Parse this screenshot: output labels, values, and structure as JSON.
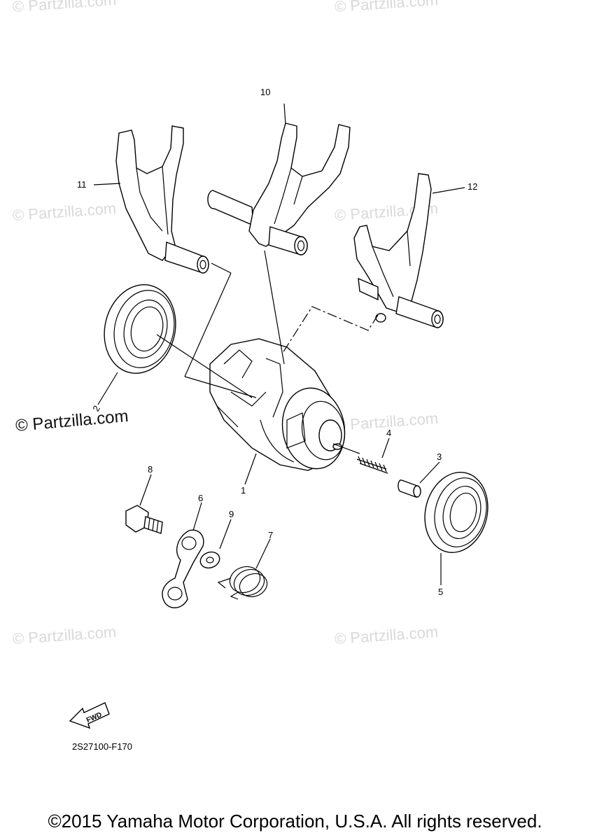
{
  "watermarks": [
    "© Partzilla.com",
    "© Partzilla.com",
    "© Partzilla.com",
    "© Partzilla.com",
    "© Partzilla.com",
    "© Partzilla.com",
    "© Partzilla.com",
    "© Partzilla.com"
  ],
  "watermark_main": "© Partzilla.com",
  "callouts": {
    "c1": "1",
    "c2": "2",
    "c3": "3",
    "c4": "4",
    "c5": "5",
    "c6": "6",
    "c7": "7",
    "c8": "8",
    "c9": "9",
    "c10": "10",
    "c11": "11",
    "c12": "12"
  },
  "fwd_label": "FWD",
  "diagram_code": "2S27100-F170",
  "copyright": "©2015 Yamaha Motor Corporation, U.S.A. All rights reserved."
}
